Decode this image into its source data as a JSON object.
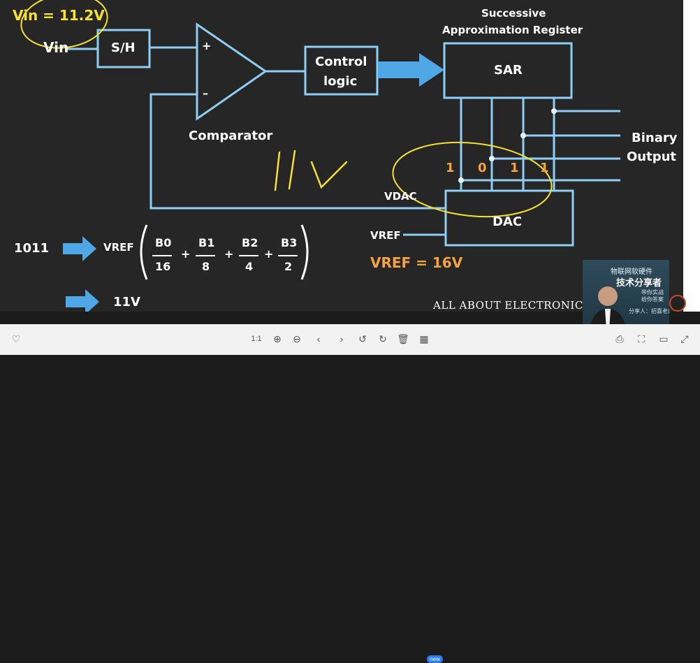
{
  "slide": {
    "vin_annotation": "Vin = 11.2V",
    "vin_input": "Vin",
    "sh_block": "S/H",
    "plus_sign": "+",
    "minus_sign": "–",
    "comparator_label": "Comparator",
    "control_logic_line1": "Control",
    "control_logic_line2": "logic",
    "sar_title_line1": "Successive",
    "sar_title_line2": "Approximation Register",
    "sar_block": "SAR",
    "bits": [
      "1",
      "0",
      "1",
      "1"
    ],
    "binary_output_line1": "Binary",
    "binary_output_line2": "Output",
    "vdac_label": "VDAC",
    "dac_block": "DAC",
    "vref_input": "VREF",
    "vref_value": "VREF = 16V",
    "handwritten_note": "11V",
    "formula": {
      "code": "1011",
      "vref": "VREF",
      "terms": [
        {
          "num": "B0",
          "den": "16"
        },
        {
          "num": "B1",
          "den": "8"
        },
        {
          "num": "B2",
          "den": "4"
        },
        {
          "num": "B3",
          "den": "2"
        }
      ],
      "plus": "+",
      "result": "11V"
    },
    "watermark": "ALL ABOUT ELECTRONICS"
  },
  "video_card": {
    "title": "物联网软硬件",
    "subtitle": "技术分享者",
    "tagline": "带你实战 给你答案",
    "presenter": "分享人：招喜老白"
  },
  "colors": {
    "background": "#262626",
    "block_outline": "#8fcdf5",
    "arrow_fill": "#4fa7e6",
    "annotation": "#f5e12e",
    "vref_value": "#f4a340",
    "bit_labels": "#f4a340"
  },
  "toolbar": {
    "icons": [
      "heart-icon",
      "page-icon",
      "zoom-in-icon",
      "zoom-out-icon",
      "prev-icon",
      "next-icon",
      "rotate-left-icon",
      "rotate-right-icon",
      "delete-icon",
      "apps-icon",
      "print-icon",
      "fit-icon",
      "fullscreen-icon",
      "expand-icon"
    ],
    "new_badge": "new"
  }
}
